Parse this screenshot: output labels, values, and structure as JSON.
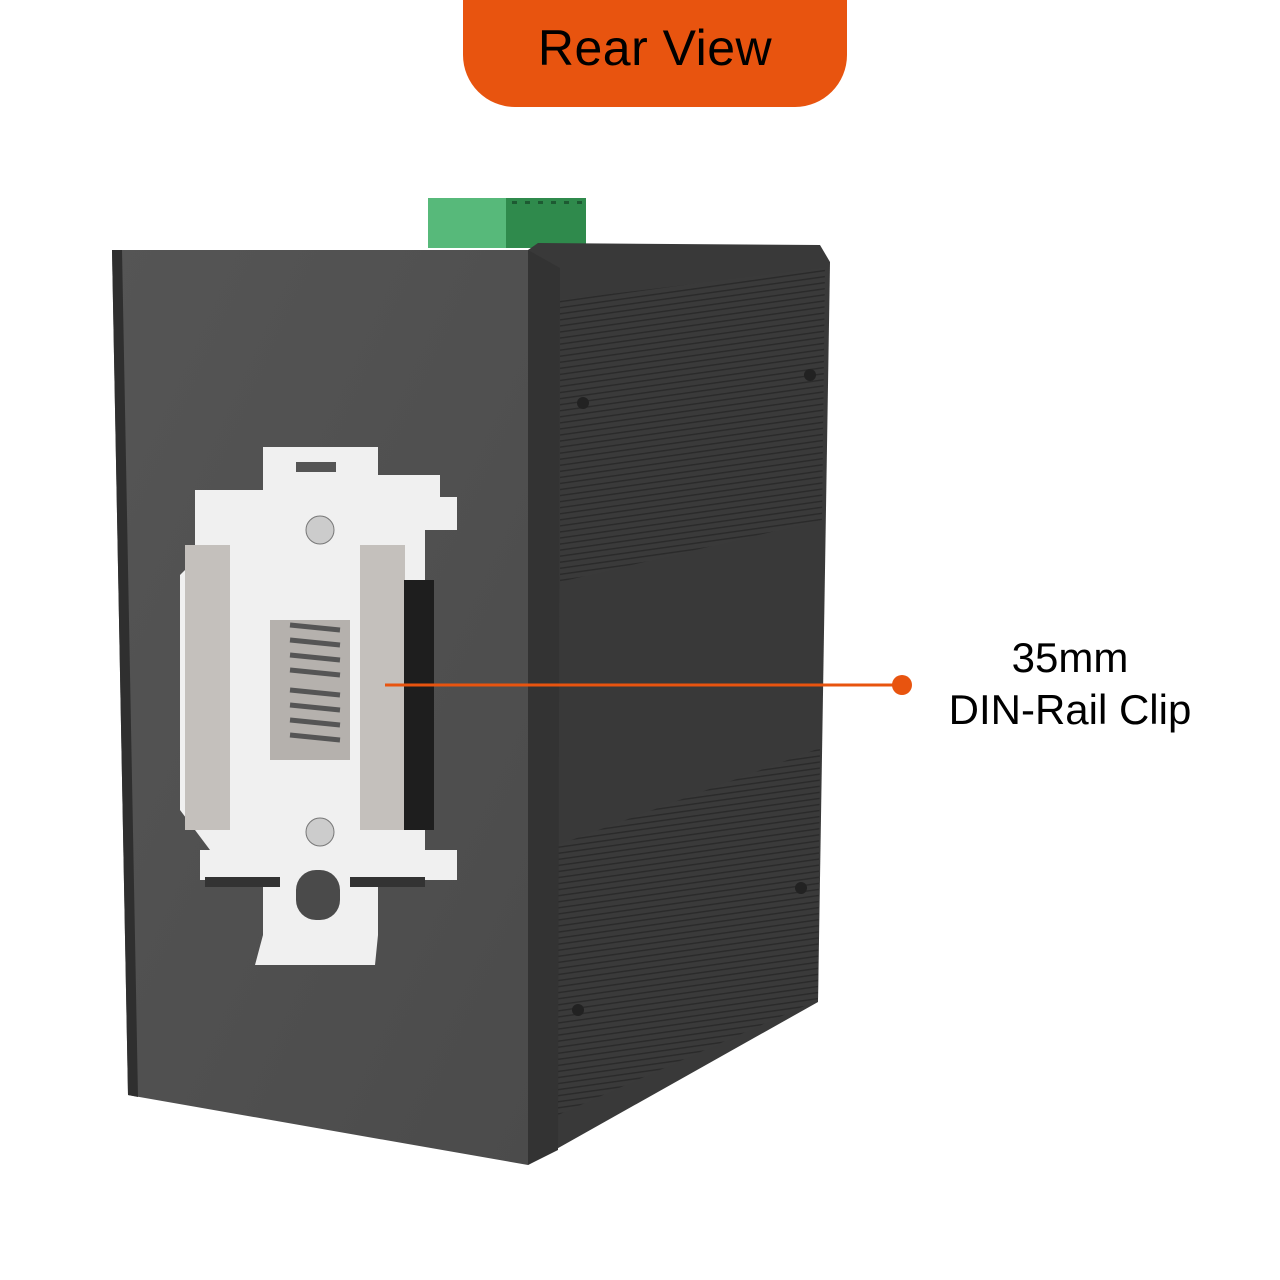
{
  "header": {
    "title": "Rear View"
  },
  "callout": {
    "line1": "35mm",
    "line2": "DIN-Rail Clip"
  },
  "colors": {
    "accent": "#E8540F",
    "device": "#4a4a4a",
    "terminal": "#3fa25e",
    "clip": "#f2f2f2"
  },
  "icons": {
    "pointer": "callout-dot"
  }
}
